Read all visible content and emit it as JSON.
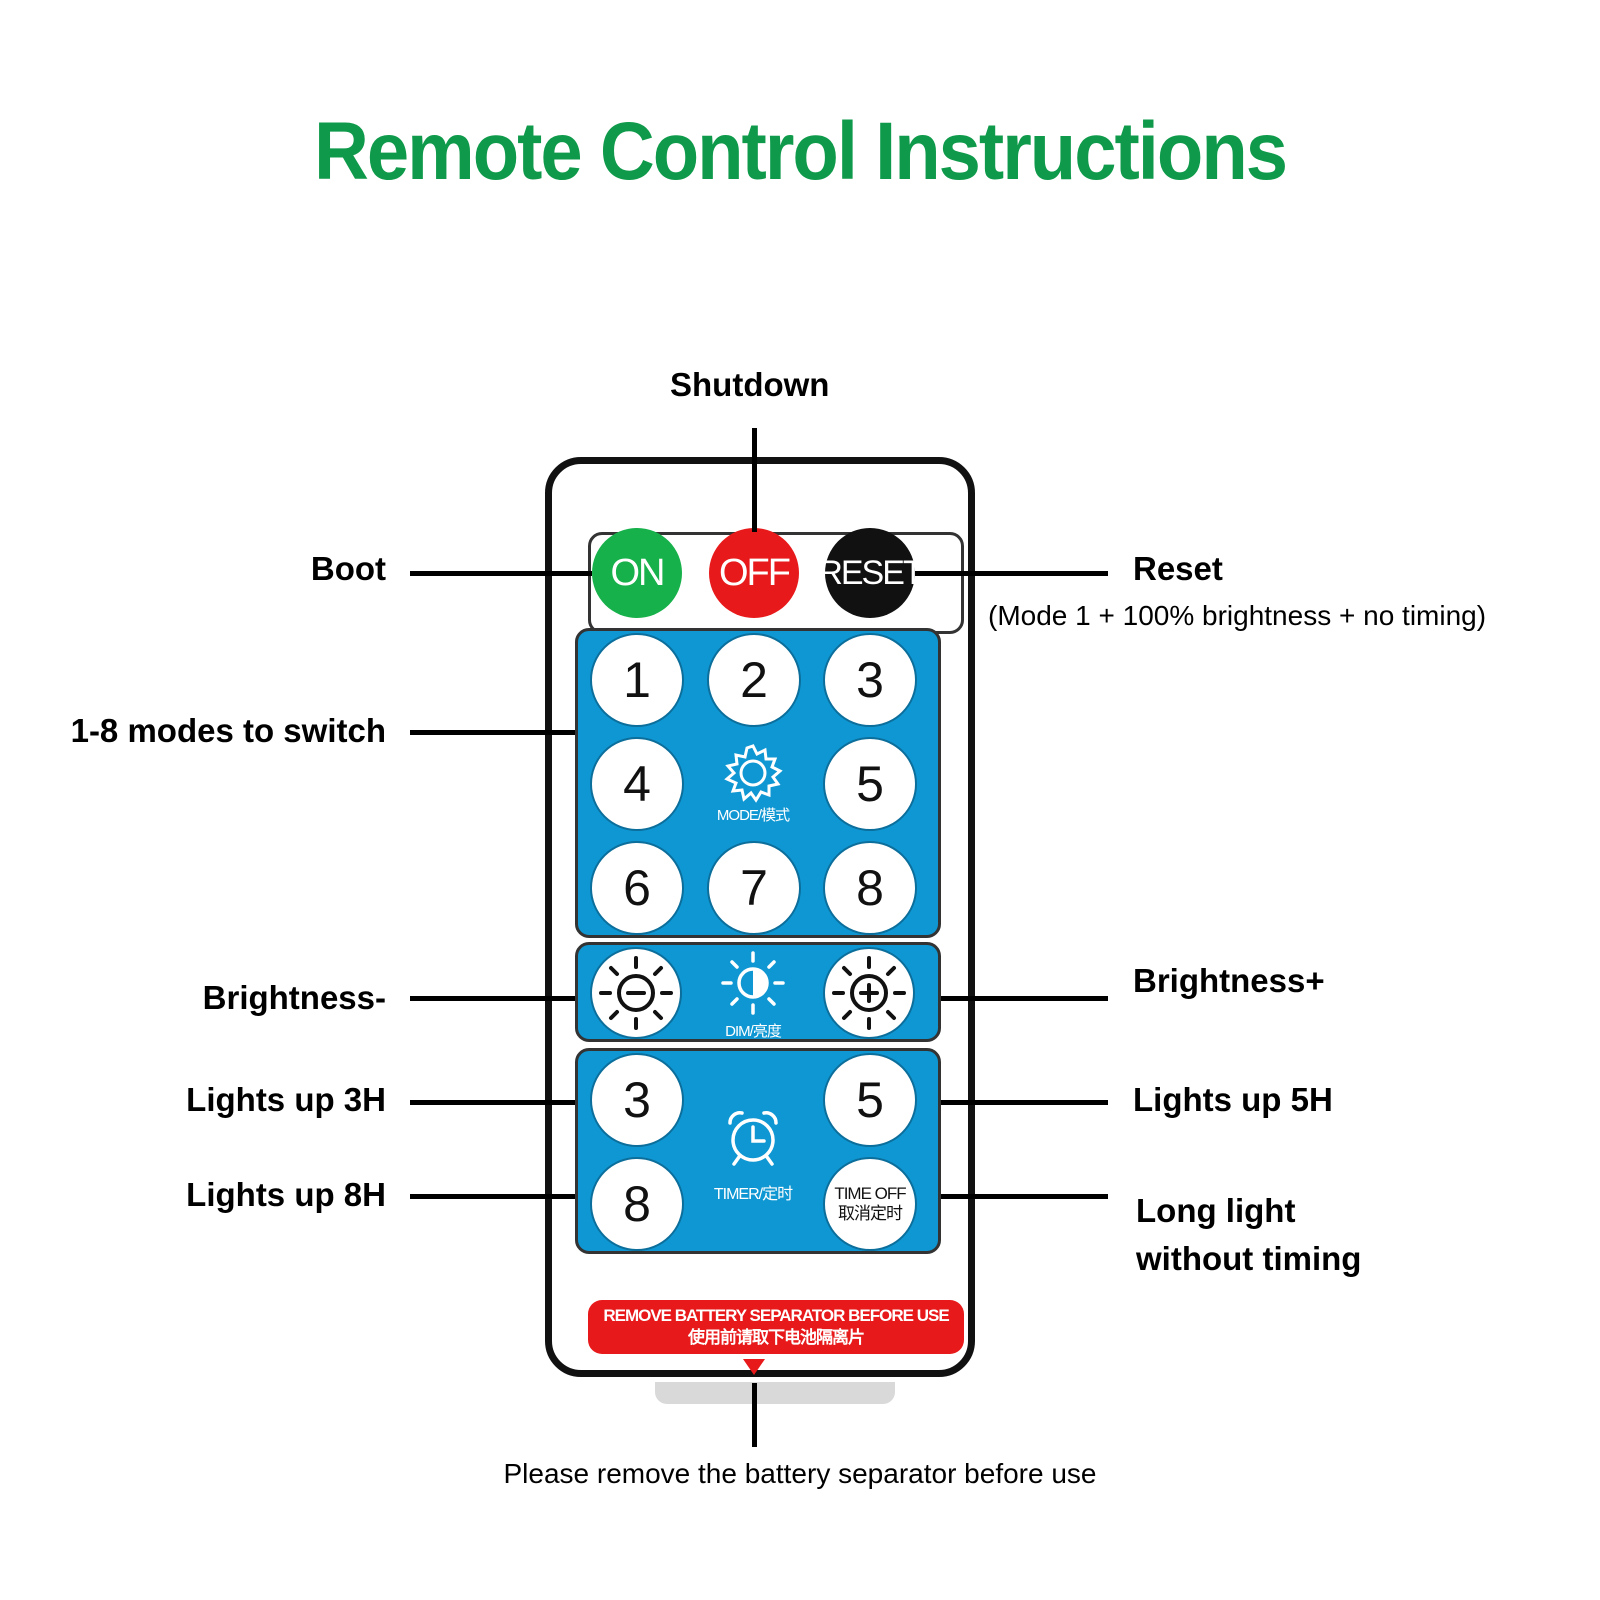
{
  "title": "Remote Control Instructions",
  "labels": {
    "shutdown": "Shutdown",
    "boot": "Boot",
    "reset": "Reset",
    "reset_note": "(Mode 1 + 100% brightness + no timing)",
    "modes": "1-8 modes to switch",
    "brightness_minus": "Brightness-",
    "brightness_plus": "Brightness+",
    "lights_3h": "Lights up 3H",
    "lights_5h": "Lights up 5H",
    "lights_8h": "Lights up 8H",
    "long_light_line1": "Long light",
    "long_light_line2": "without timing",
    "battery_note": "Please remove the battery separator before use"
  },
  "remote": {
    "on_label": "ON",
    "off_label": "OFF",
    "reset_label": "RESET",
    "mode_buttons": [
      "1",
      "2",
      "3",
      "4",
      "5",
      "6",
      "7",
      "8"
    ],
    "mode_caption": "MODE/模式",
    "dim_caption": "DIM/亮度",
    "timer_buttons": [
      "3",
      "5",
      "8"
    ],
    "timer_caption": "TIMER/定时",
    "time_off_line1": "TIME OFF",
    "time_off_line2": "取消定时",
    "warning_line1": "REMOVE BATTERY SEPARATOR BEFORE USE",
    "warning_line2": "使用前请取下电池隔离片"
  },
  "colors": {
    "title": "#0e9a4a",
    "on": "#16b14a",
    "off": "#e8191a",
    "reset": "#111111",
    "panel_blue": "#0f97d3"
  },
  "icons": [
    "gear-icon",
    "sun-minus-icon",
    "sun-half-icon",
    "sun-plus-icon",
    "alarm-clock-icon",
    "down-triangle-icon"
  ]
}
